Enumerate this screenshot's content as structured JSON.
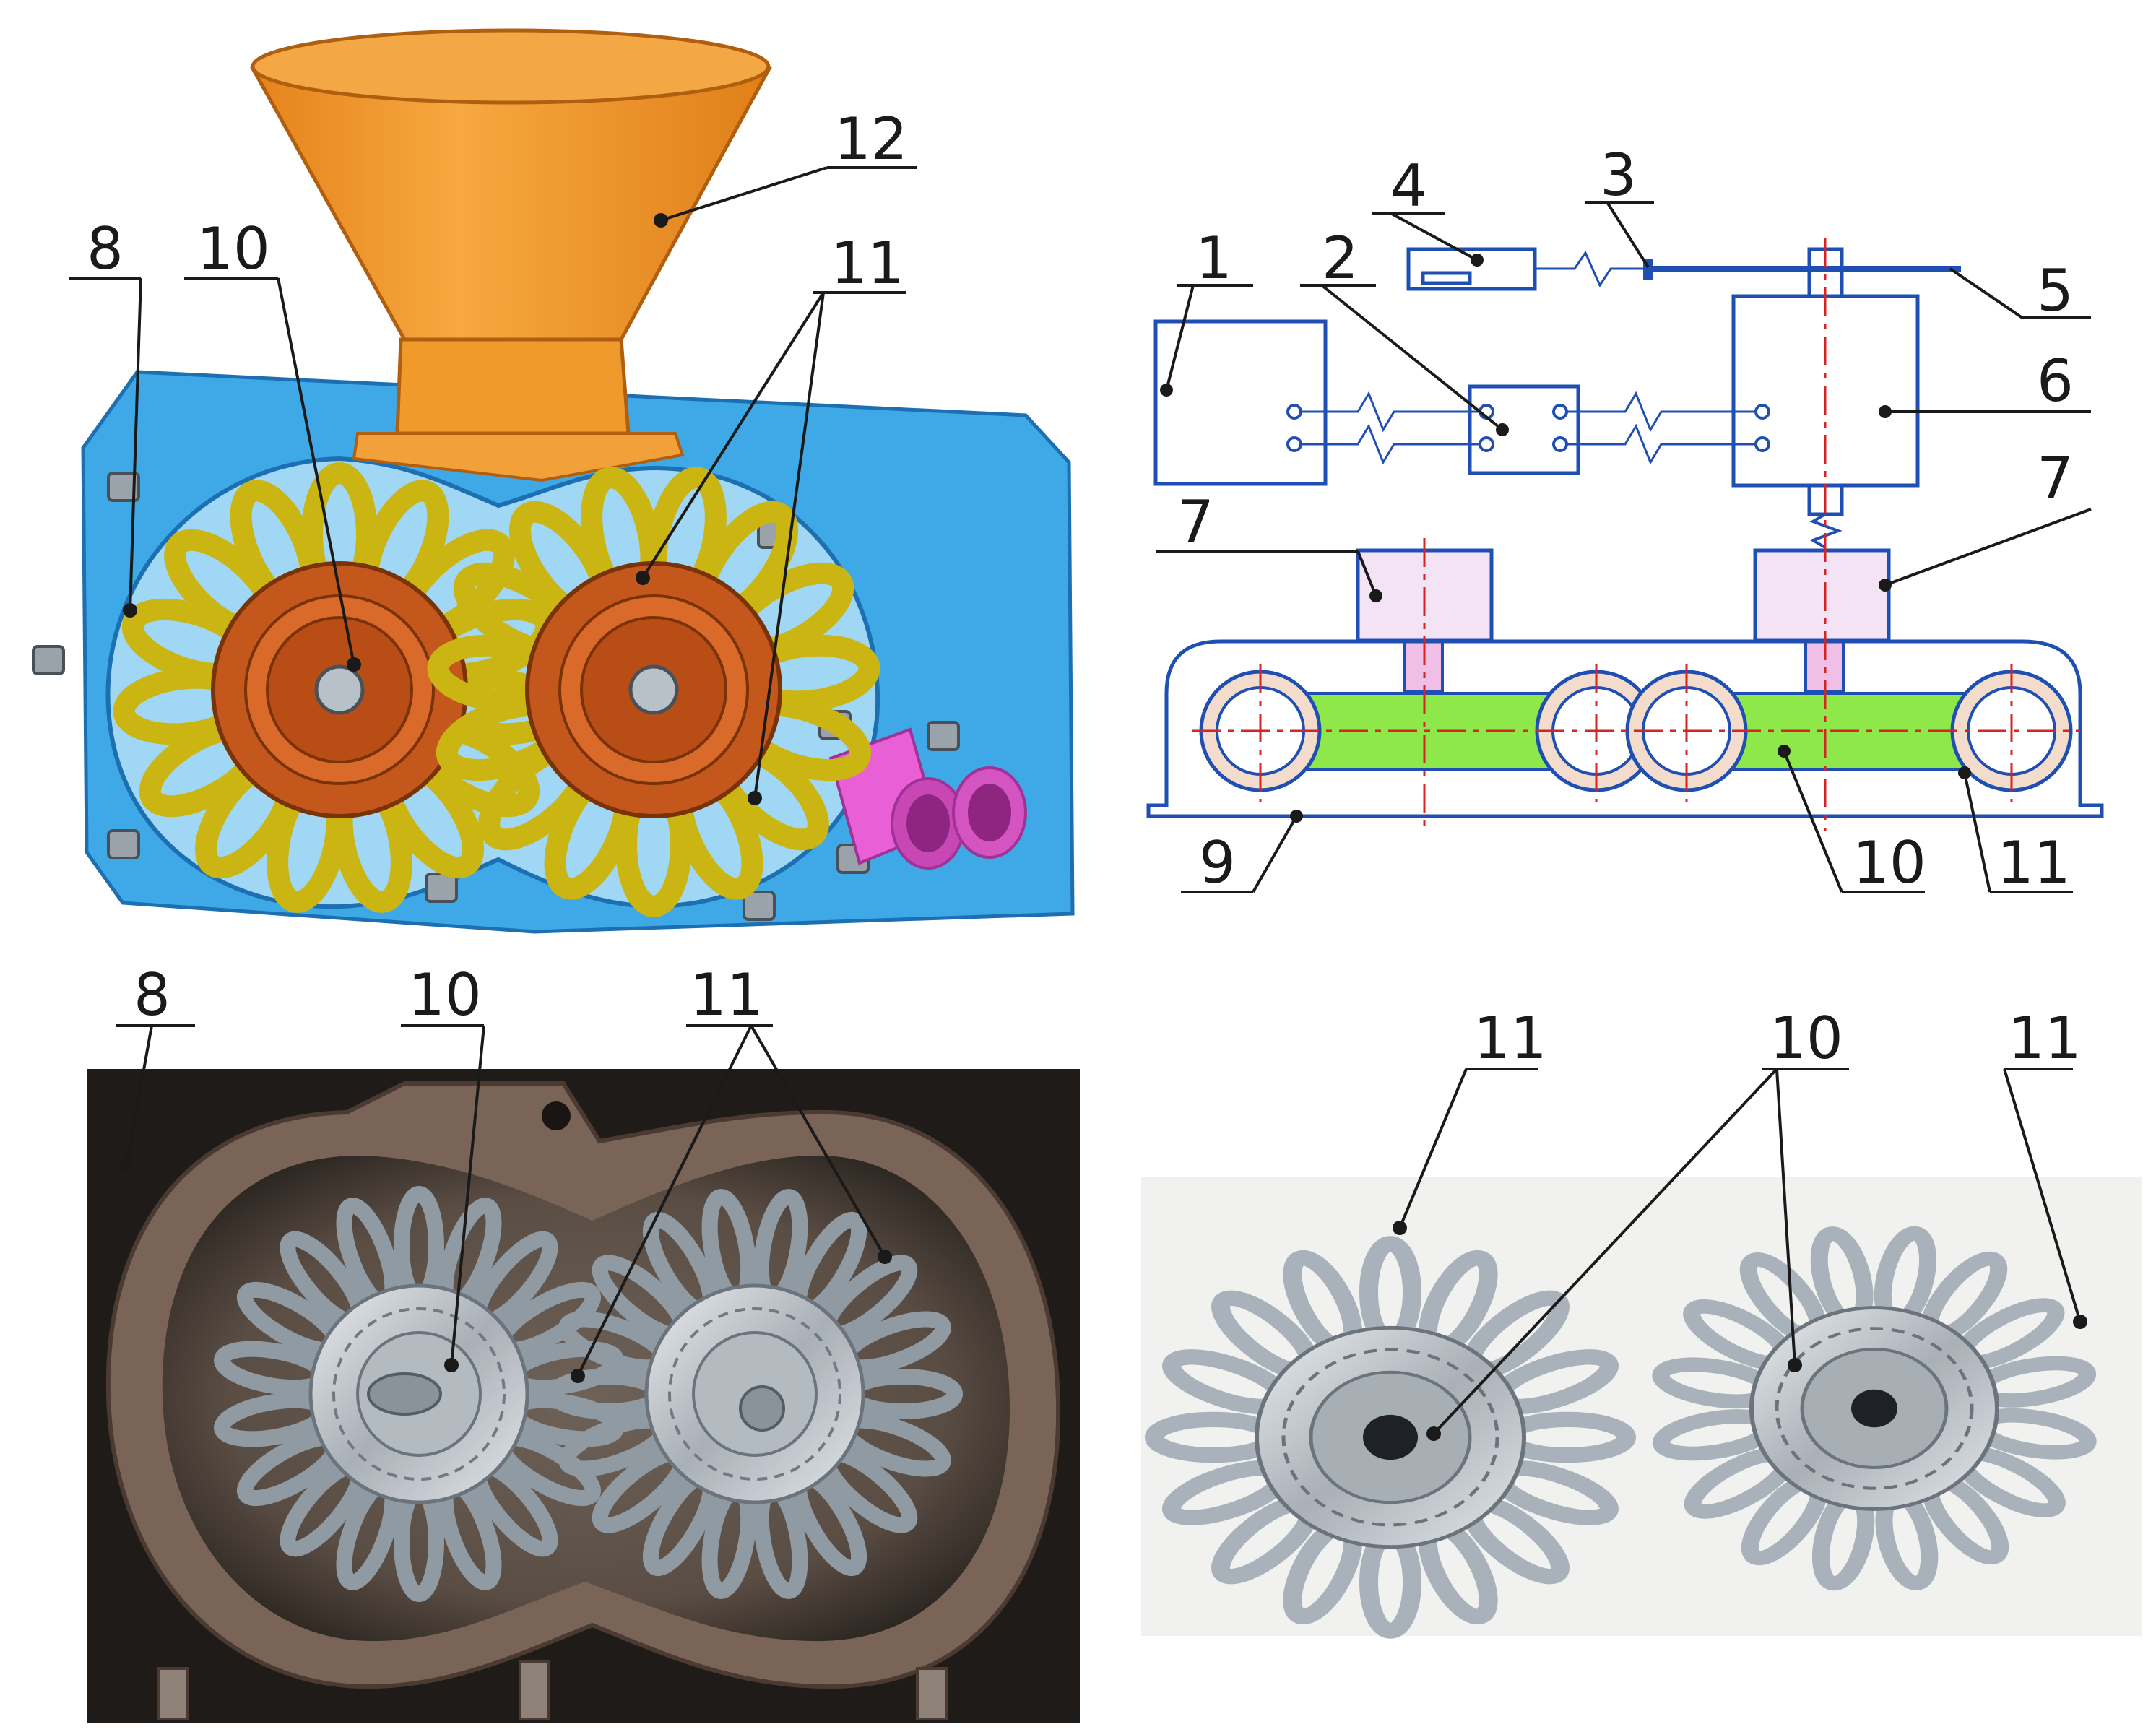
{
  "figure": {
    "colors": {
      "hopper": "#f29a2e",
      "housing": "#3ea9e6",
      "coil": "#d9c51f",
      "disc": "#c4581c",
      "outlet": "#e85fd6",
      "schematic_line": "#1f4fb3",
      "belt": "#8ee84a",
      "sensor_block": "#f4e3f4",
      "pulley": "#f3dccb",
      "axis": "#d42424"
    },
    "panel_cad": {
      "labels": {
        "hopper": "12",
        "housing": "8",
        "disc": "10",
        "coils": "11"
      }
    },
    "panel_schematic": {
      "labels": {
        "unit1": "1",
        "unit2": "2",
        "unit3": "3",
        "unit4": "4",
        "unit5": "5",
        "unit6": "6",
        "unit7_left": "7",
        "unit7_right": "7",
        "frame9": "9",
        "belt10": "10",
        "pulley11": "11"
      }
    },
    "panel_photo_housing": {
      "labels": {
        "housing": "8",
        "disc": "10",
        "coils": "11"
      }
    },
    "panel_photo_rotors": {
      "labels": {
        "coil_left": "11",
        "discs": "10",
        "coil_right": "11"
      }
    }
  }
}
